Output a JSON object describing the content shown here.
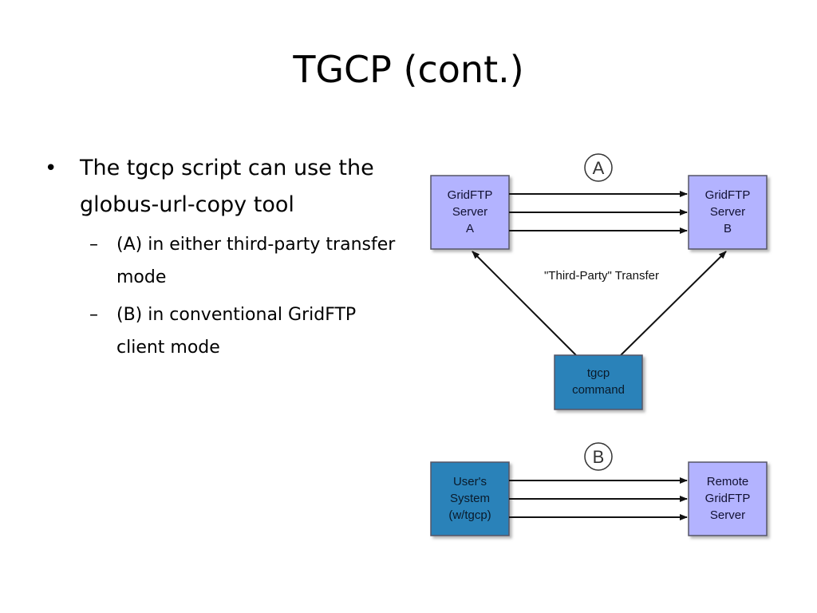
{
  "title": "TGCP (cont.)",
  "bullets": {
    "main": "The tgcp script can use the globus-url-copy tool",
    "sub": [
      "(A) in either third-party transfer mode",
      "(B) in conventional GridFTP client mode"
    ]
  },
  "diagram": {
    "colors": {
      "light_box": "#b3b3ff",
      "dark_box": "#2a82b9",
      "box_border": "#555566"
    },
    "section_a": {
      "label": "A",
      "server_a": [
        "GridFTP",
        "Server",
        "A"
      ],
      "server_b": [
        "GridFTP",
        "Server",
        "B"
      ],
      "transfer_label": "\"Third-Party\" Transfer",
      "command": [
        "tgcp",
        "command"
      ]
    },
    "section_b": {
      "label": "B",
      "user_system": [
        "User's",
        "System",
        "(w/tgcp)"
      ],
      "remote_server": [
        "Remote",
        "GridFTP",
        "Server"
      ]
    }
  }
}
